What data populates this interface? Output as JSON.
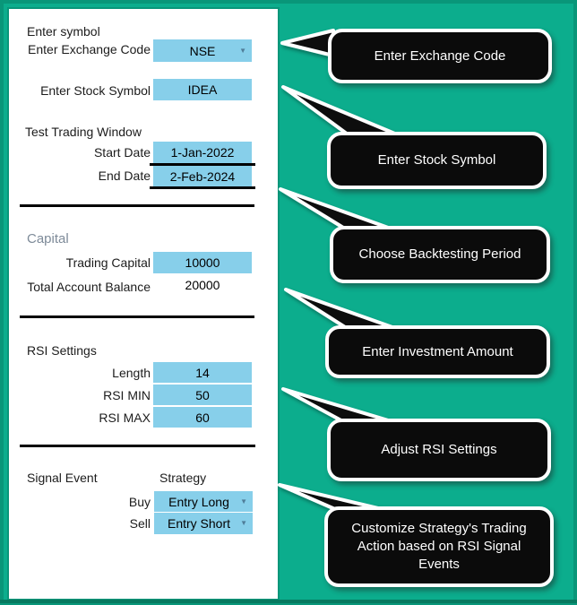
{
  "form": {
    "enter_symbol_label": "Enter symbol",
    "exchange": {
      "label": "Enter Exchange Code",
      "value": "NSE"
    },
    "stock": {
      "label": "Enter Stock Symbol",
      "value": "IDEA"
    },
    "trading_window": {
      "title": "Test Trading Window",
      "start": {
        "label": "Start Date",
        "value": "1-Jan-2022"
      },
      "end": {
        "label": "End Date",
        "value": "2-Feb-2024"
      }
    },
    "capital": {
      "title": "Capital",
      "trading_capital": {
        "label": "Trading Capital",
        "value": "10000"
      },
      "total_balance": {
        "label": "Total Account Balance",
        "value": "20000"
      }
    },
    "rsi": {
      "title": "RSI Settings",
      "length": {
        "label": "Length",
        "value": "14"
      },
      "min": {
        "label": "RSI MIN",
        "value": "50"
      },
      "max": {
        "label": "RSI MAX",
        "value": "60"
      }
    },
    "signals": {
      "event_header": "Signal Event",
      "strategy_header": "Strategy",
      "buy": {
        "label": "Buy",
        "value": "Entry Long"
      },
      "sell": {
        "label": "Sell",
        "value": "Entry Short"
      }
    }
  },
  "callouts": [
    {
      "text": "Enter Exchange Code"
    },
    {
      "text": "Enter Stock Symbol"
    },
    {
      "text": "Choose Backtesting Period"
    },
    {
      "text": "Enter Investment Amount"
    },
    {
      "text": "Adjust RSI Settings"
    },
    {
      "text": "Customize Strategy's Trading Action based on RSI Signal Events"
    }
  ],
  "colors": {
    "background_teal": "#0CAD8D",
    "frame_teal_dark": "#077A60",
    "input_blue": "#87CFEA",
    "callout_black": "#0B0B0B",
    "callout_border": "#FFFFFF",
    "heading_gray": "#7E8B99",
    "divider_black": "#000000",
    "dropdown_arrow": "#4F7D99"
  }
}
